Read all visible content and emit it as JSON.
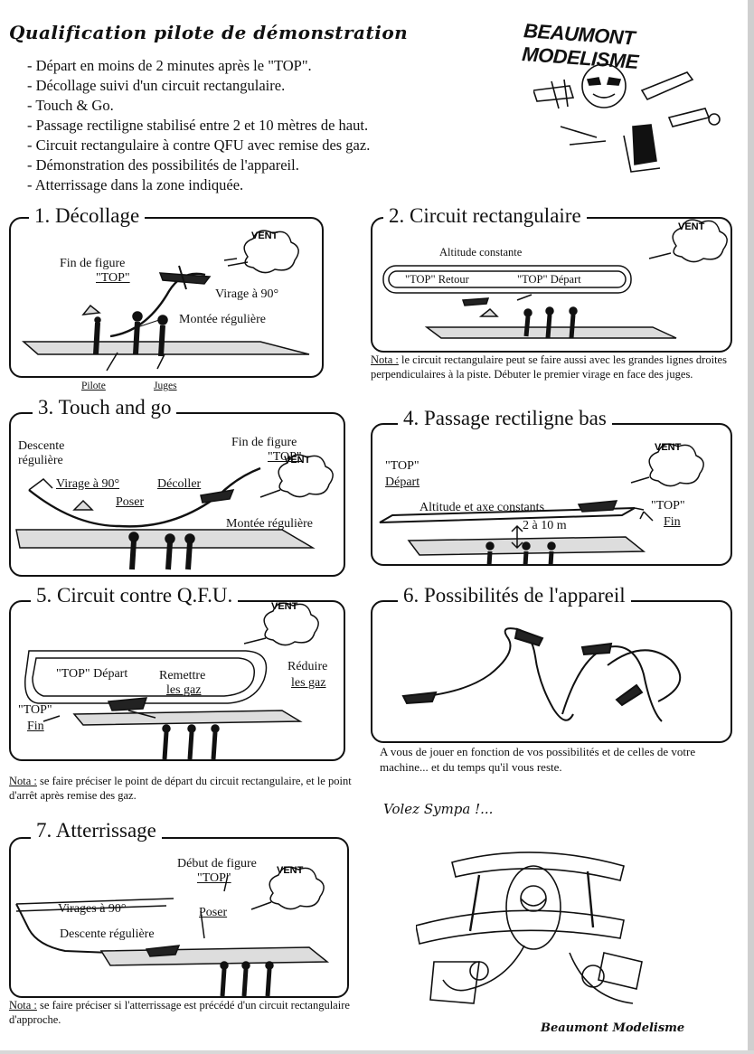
{
  "title": "Qualification pilote de démonstration",
  "rules": [
    "- Départ en moins de 2 minutes après le \"TOP\".",
    "- Décollage suivi d'un circuit rectangulaire.",
    "- Touch & Go.",
    "- Passage rectiligne stabilisé entre 2 et 10 mètres de haut.",
    "- Circuit rectangulaire à contre QFU avec remise des gaz.",
    "- Démonstration des possibilités de l'appareil.",
    "- Atterrissage dans la zone indiquée."
  ],
  "logo": {
    "text": "BEAUMONT MODELISME"
  },
  "wind_label": "VENT",
  "sections": {
    "s1": {
      "title": "1. Décollage",
      "labels": {
        "fin": "Fin de figure",
        "top": "\"TOP\"",
        "virage": "Virage à 90°",
        "montee": "Montée régulière",
        "pilote": "Pilote",
        "juges": "Juges"
      }
    },
    "s2": {
      "title": "2. Circuit rectangulaire",
      "labels": {
        "altitude": "Altitude constante",
        "retour": "\"TOP\" Retour",
        "depart": "\"TOP\" Départ"
      },
      "note_label": "Nota :",
      "note_text": "le circuit rectangulaire peut se faire aussi avec les grandes lignes droites perpendiculaires à la piste. Débuter le premier virage en face des juges."
    },
    "s3": {
      "title": "3. Touch and go",
      "labels": {
        "descente": "Descente",
        "reguliere": "régulière",
        "virage": "Virage à 90°",
        "poser": "Poser",
        "decoller": "Décoller",
        "fin": "Fin de figure",
        "top": "\"TOP\"",
        "montee": "Montée régulière"
      }
    },
    "s4": {
      "title": "4. Passage rectiligne bas",
      "labels": {
        "top": "\"TOP\"",
        "depart": "Départ",
        "altitude": "Altitude et axe constants",
        "hauteur": "2 à 10 m",
        "top_fin": "\"TOP\"",
        "fin": "Fin"
      }
    },
    "s5": {
      "title": "5. Circuit contre Q.F.U.",
      "labels": {
        "top_depart": "\"TOP\" Départ",
        "remettre": "Remettre",
        "les_gaz": "les gaz",
        "reduire": "Réduire",
        "reduire_gaz": "les gaz",
        "top": "\"TOP\"",
        "fin": "Fin"
      },
      "note_label": "Nota :",
      "note_text": "se faire préciser le point de départ du circuit rectangulaire, et le point d'arrêt après remise des gaz."
    },
    "s6": {
      "title": "6. Possibilités de l'appareil",
      "caption": "A vous de jouer en fonction de vos possibilités et de celles de votre machine... et du temps qu'il vous reste."
    },
    "s7": {
      "title": "7. Atterrissage",
      "labels": {
        "debut": "Début de figure",
        "top": "\"TOP\"",
        "virages": "Virages à 90°",
        "descente": "Descente régulière",
        "poser": "Poser"
      },
      "note_label": "Nota :",
      "note_text": "se faire préciser si l'atterrissage est précédé d'un circuit rectangulaire d'approche."
    }
  },
  "motto": "Volez Sympa !...",
  "signature": "Beaumont Modelisme"
}
